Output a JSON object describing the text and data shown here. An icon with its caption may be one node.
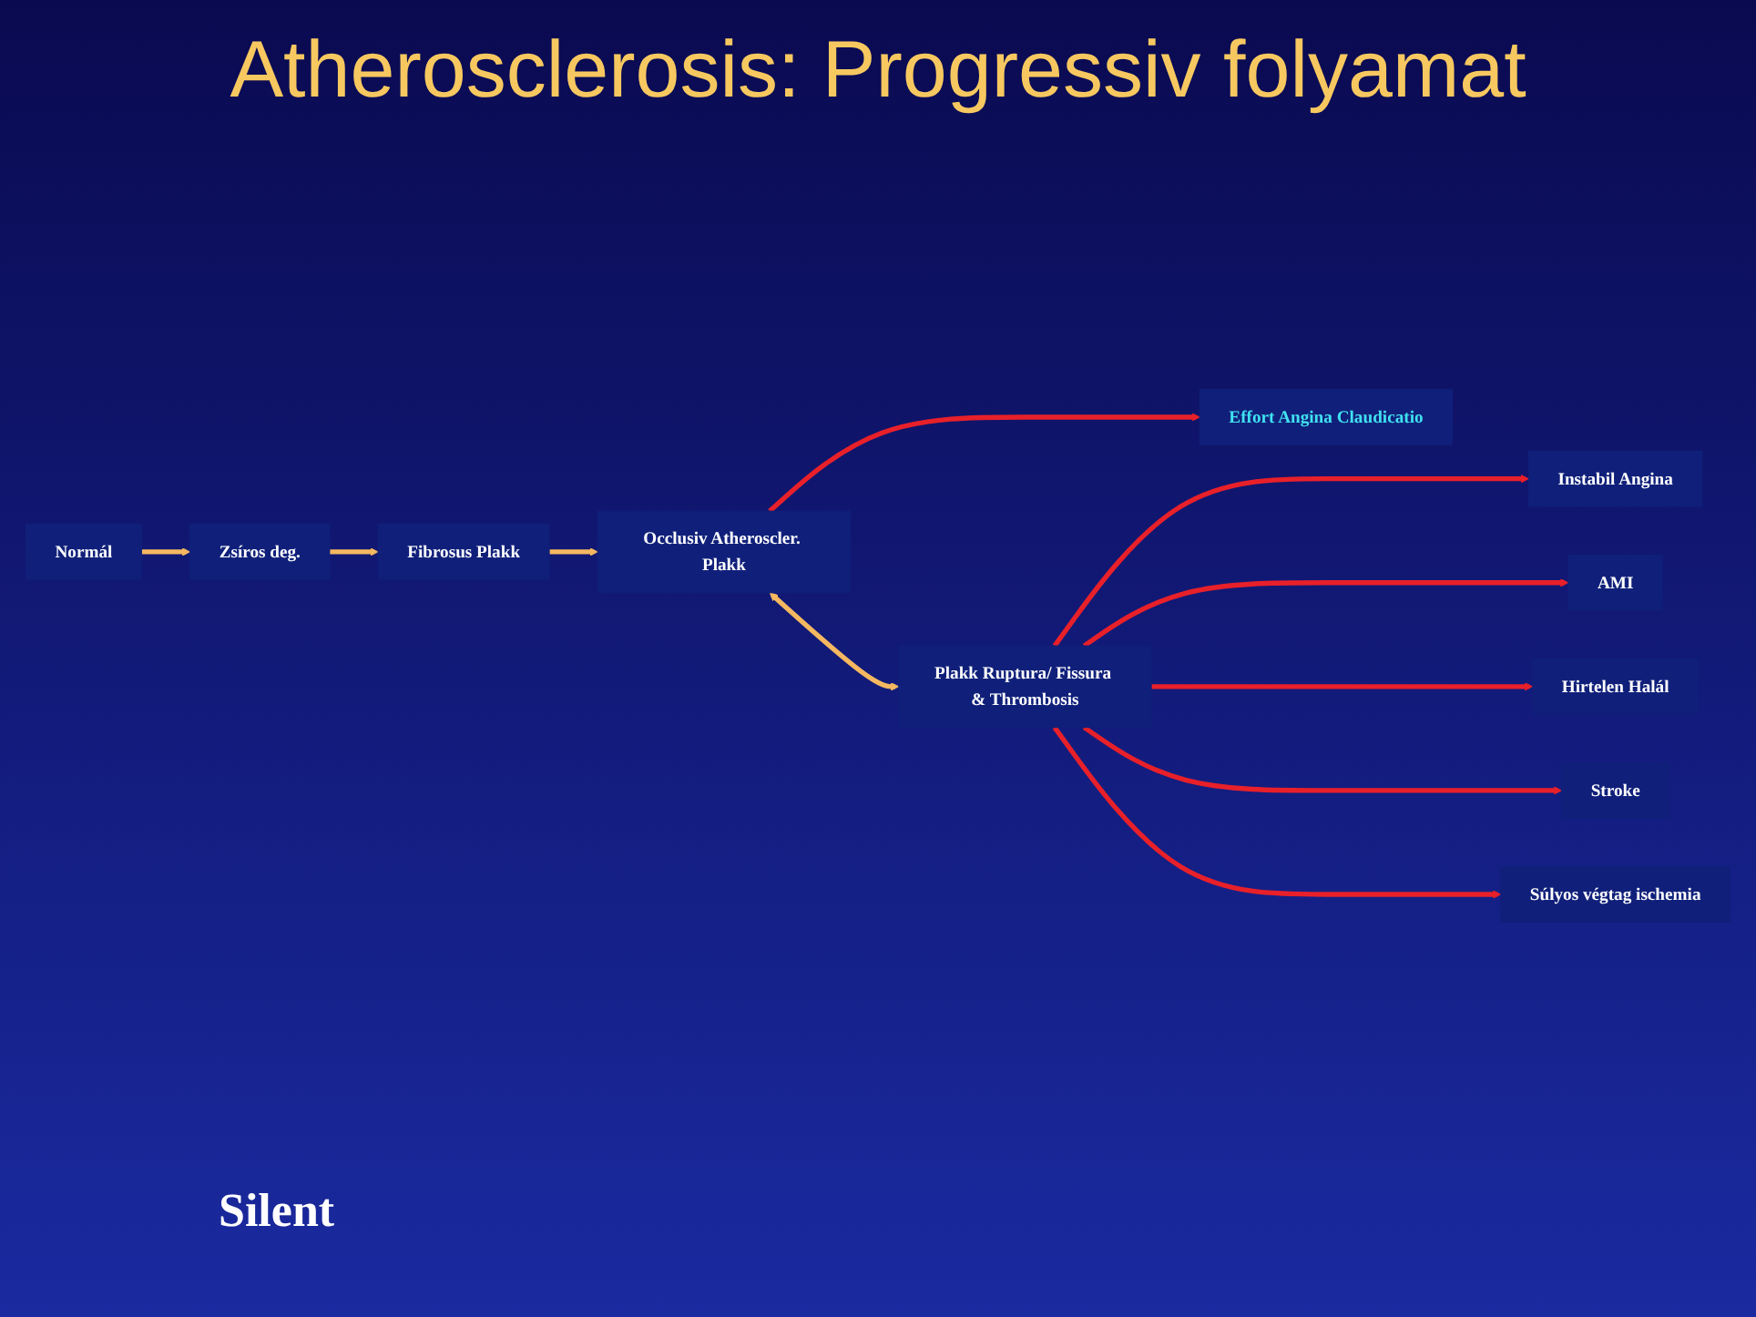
{
  "diagram": {
    "title": "Atherosclerosis: Progressiv folyamat",
    "nodes": [
      {
        "text": [
          "Normál"
        ]
      },
      {
        "text": [
          "Zsíros deg."
        ]
      },
      {
        "text": [
          "Fibrosus Plakk"
        ]
      },
      {
        "text": [
          "Occlusiv Atheroscler. Plakk"
        ]
      },
      {
        "text": [
          "Plakk Ruptura/ Fissura & Thrombosis"
        ]
      },
      {
        "text": [
          "Instabil Angina"
        ]
      },
      {
        "text": [
          "AMI"
        ]
      },
      {
        "text": [
          "Hirtelen Halál"
        ]
      },
      {
        "text": [
          "Stroke"
        ]
      },
      {
        "text": [
          "Súlyos végtag ischemia"
        ]
      },
      {
        "text": [
          "Effort Angina Claudicatio"
        ]
      }
    ],
    "edges": [
      {
        "from": 0,
        "to": 1,
        "arrow": "to",
        "color": "#f5b860"
      },
      {
        "from": 1,
        "to": 2,
        "arrow": "to",
        "color": "#f5b860"
      },
      {
        "from": 2,
        "to": 3,
        "arrow": "to",
        "color": "#f5b860"
      },
      {
        "from": 3,
        "to": 4,
        "arrow": "both",
        "color": "#f5b860"
      },
      {
        "from": 4,
        "to": 5,
        "arrow": "to"
      },
      {
        "from": 4,
        "to": 6,
        "arrow": "to"
      },
      {
        "from": 4,
        "to": 7,
        "arrow": "to"
      },
      {
        "from": 4,
        "to": 8,
        "arrow": "to"
      },
      {
        "from": 4,
        "to": 9,
        "arrow": "to"
      },
      {
        "from": 3,
        "to": 10,
        "arrow": "to"
      }
    ],
    "labels": [
      "Silent"
    ]
  }
}
